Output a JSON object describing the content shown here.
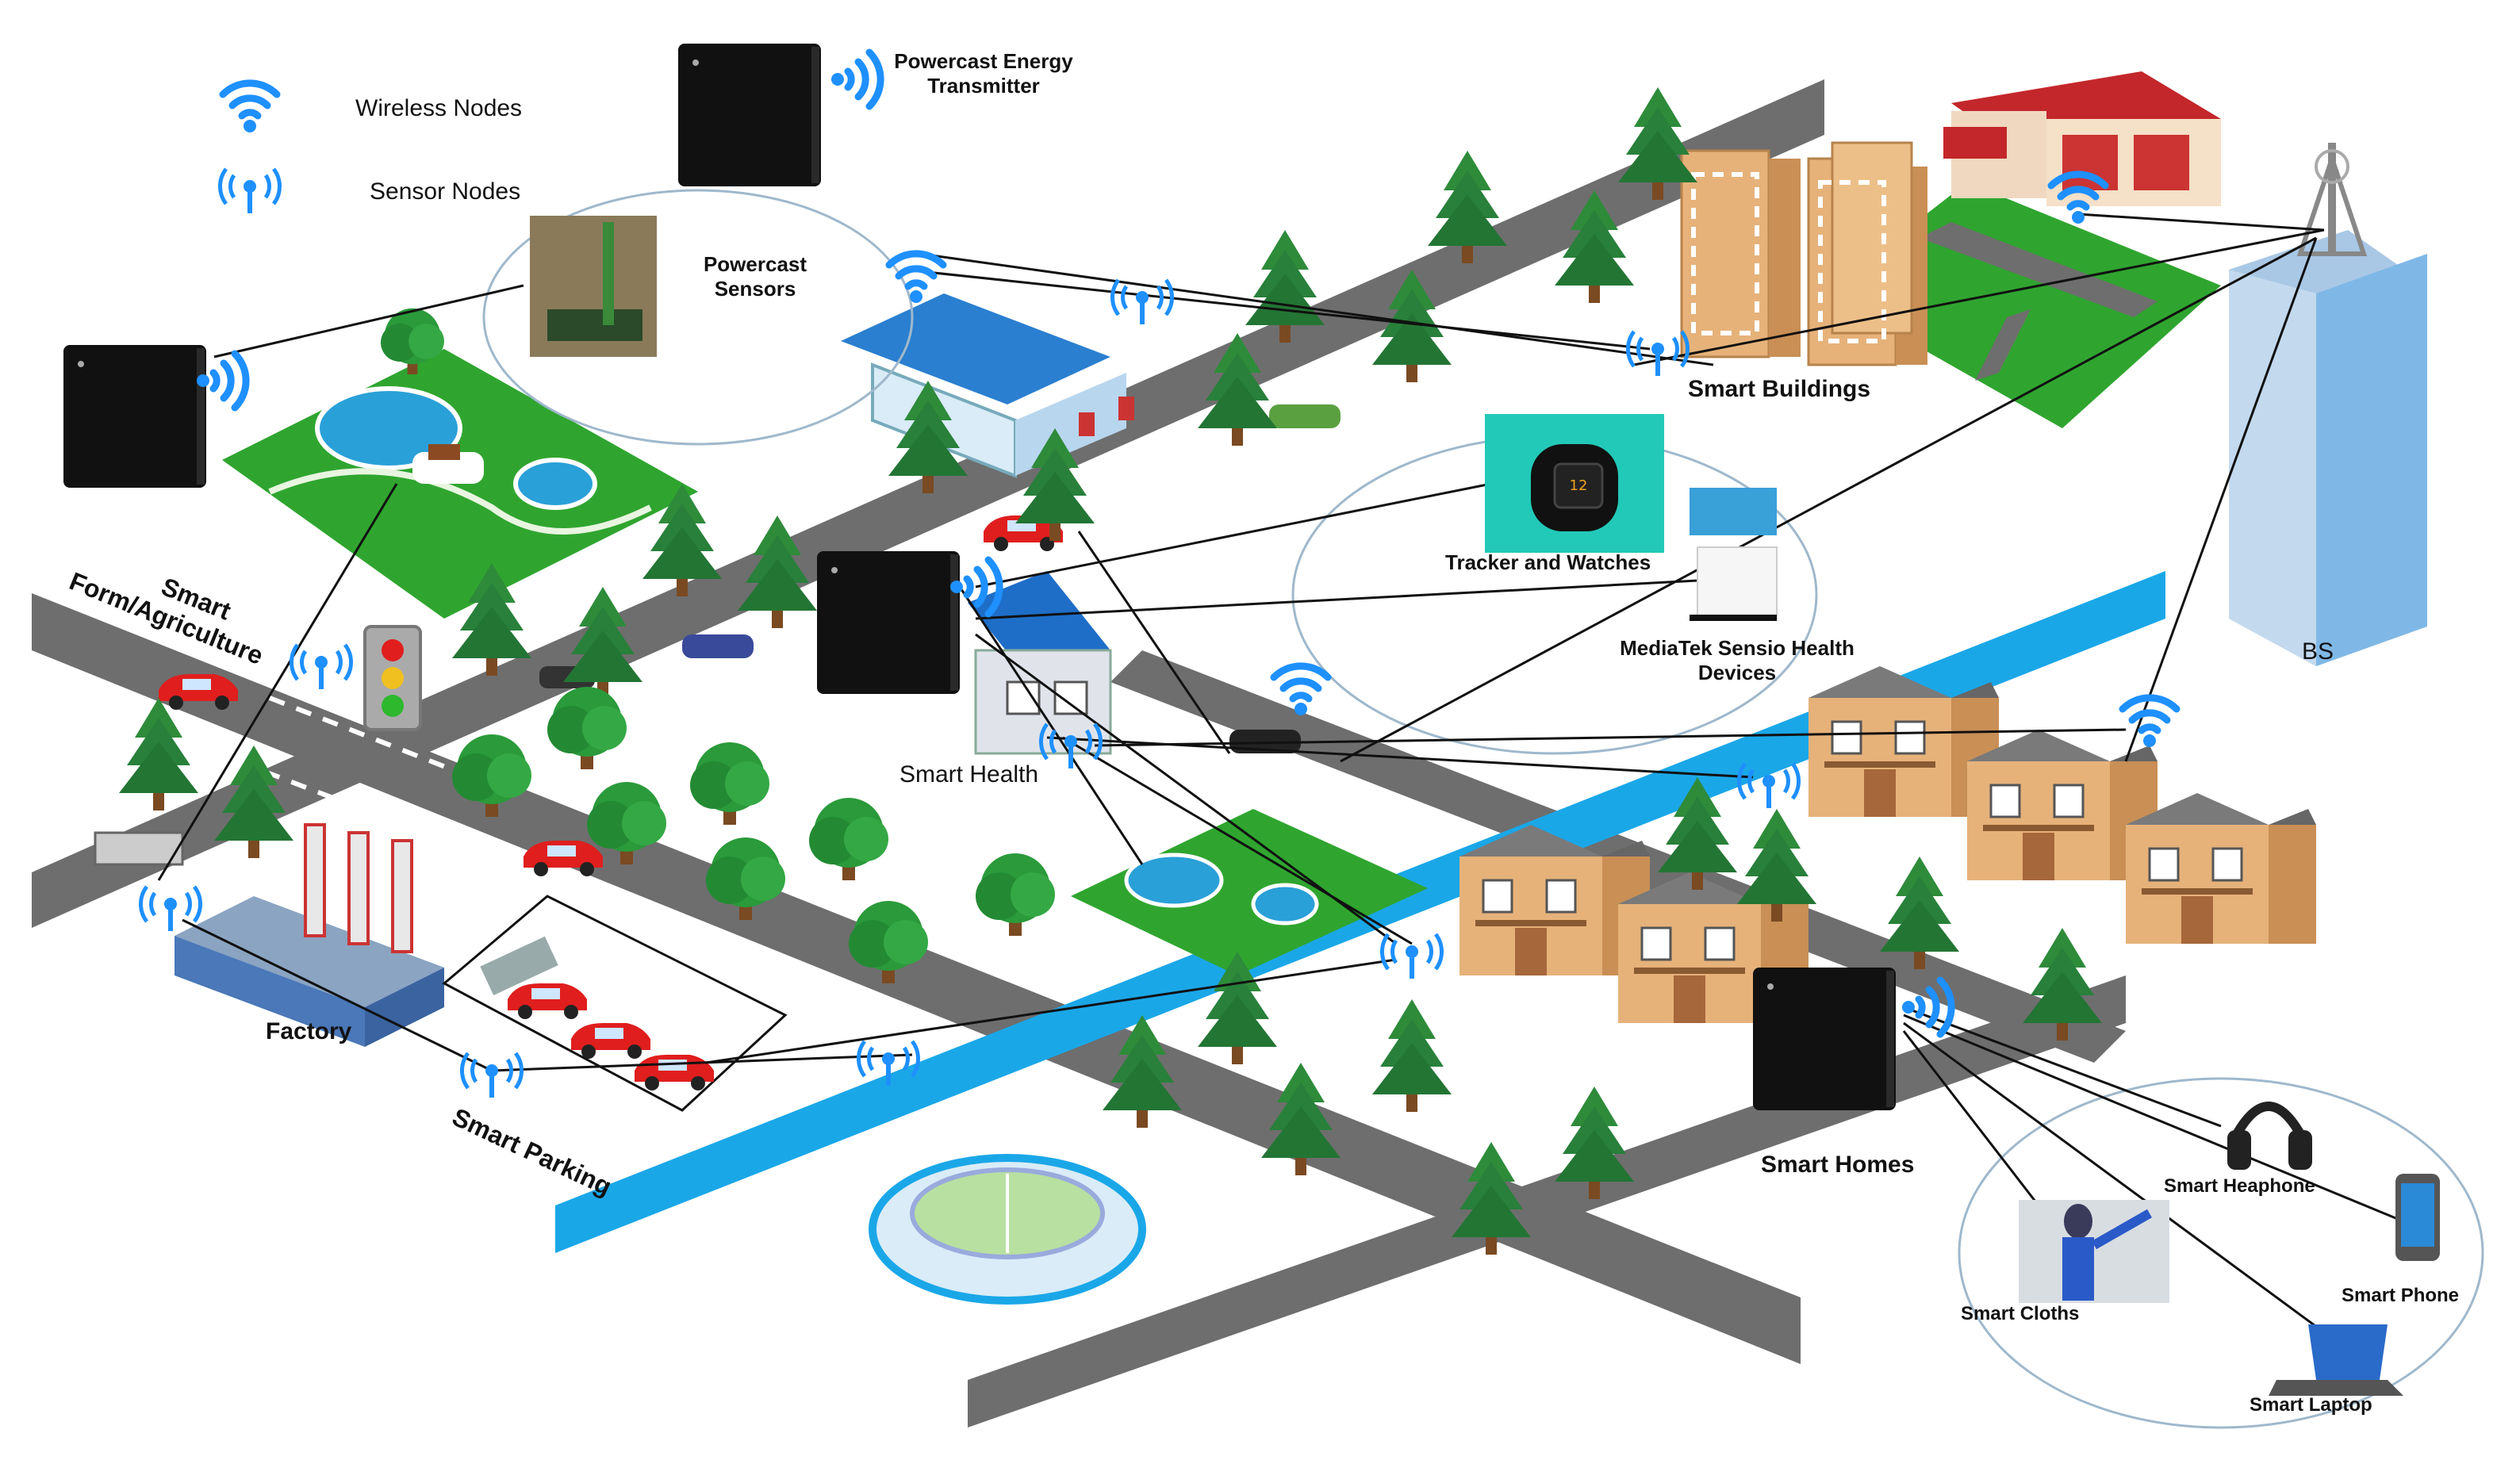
{
  "legend": {
    "wireless_nodes": "Wireless Nodes",
    "sensor_nodes": "Sensor Nodes"
  },
  "labels": {
    "transmitter_line1": "Powercast Energy",
    "transmitter_line2": "Transmitter",
    "sensors_line1": "Powercast",
    "sensors_line2": "Sensors",
    "smart_buildings": "Smart Buildings",
    "farm_line1": "Smart",
    "farm_line2": "Form/Agriculture",
    "tracker": "Tracker and Watches",
    "mediatek_line1": "MediaTek Sensio Health",
    "mediatek_line2": "Devices",
    "bs": "BS",
    "smart_health": "Smart Health",
    "factory": "Factory",
    "smart_parking": "Smart Parking",
    "smart_homes": "Smart Homes",
    "smart_heaphone": "Smart Heaphone",
    "smart_phone": "Smart Phone",
    "smart_cloths": "Smart Cloths",
    "smart_laptop": "Smart Laptop"
  },
  "colors": {
    "road": "#6e6e6e",
    "river": "#1aa7e8",
    "grass": "#2fa52f",
    "tree": "#2e8b3a",
    "transmitter": "#111111",
    "wifi": "#1e90ff",
    "building_tan": "#e6b27a",
    "tower_blue": "#7fb8e6"
  }
}
